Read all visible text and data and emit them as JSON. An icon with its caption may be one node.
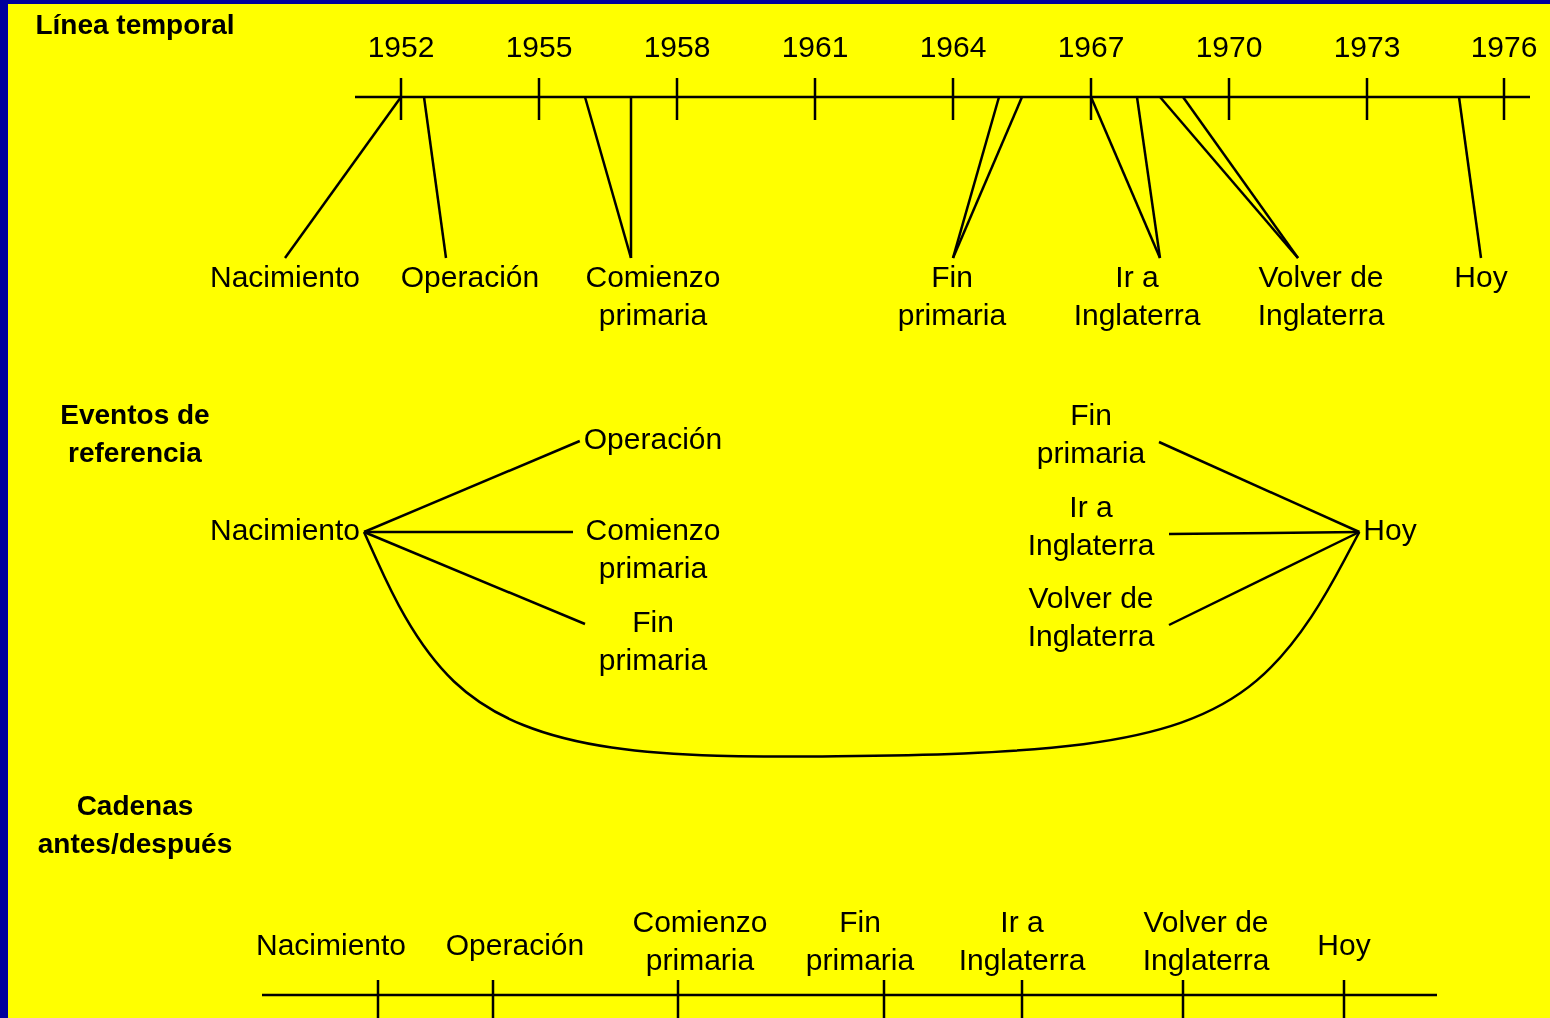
{
  "diagram": {
    "nodes": [
      {
        "text": [
          "Nacimiento"
        ]
      },
      {
        "text": [
          "Operación"
        ]
      },
      {
        "text": [
          "Comienzo primaria"
        ]
      },
      {
        "text": [
          "Fin primaria"
        ]
      },
      {
        "text": [
          "Ir a Inglaterra"
        ]
      },
      {
        "text": [
          "Volver de Inglaterra"
        ]
      },
      {
        "text": [
          "Hoy"
        ]
      },
      {
        "text": [
          "Nacimiento"
        ]
      },
      {
        "text": [
          "Operación"
        ]
      },
      {
        "text": [
          "Comienzo primaria"
        ]
      },
      {
        "text": [
          "Fin primaria"
        ]
      },
      {
        "text": [
          "Fin primaria"
        ]
      },
      {
        "text": [
          "Ir a Inglaterra"
        ]
      },
      {
        "text": [
          "Volver de Inglaterra"
        ]
      },
      {
        "text": [
          "Hoy"
        ]
      }
    ],
    "edges": [
      {
        "from": 0,
        "to": null,
        "arrow": "none"
      },
      {
        "from": 1,
        "to": null,
        "arrow": "none"
      },
      {
        "from": 2,
        "to": null,
        "arrow": "none"
      },
      {
        "from": 2,
        "to": null,
        "arrow": "none"
      },
      {
        "from": 3,
        "to": null,
        "arrow": "none"
      },
      {
        "from": 3,
        "to": null,
        "arrow": "none"
      },
      {
        "from": 4,
        "to": null,
        "arrow": "none"
      },
      {
        "from": 4,
        "to": null,
        "arrow": "none"
      },
      {
        "from": 5,
        "to": null,
        "arrow": "none"
      },
      {
        "from": 5,
        "to": null,
        "arrow": "none"
      },
      {
        "from": 6,
        "to": null,
        "arrow": "none"
      },
      {
        "from": 7,
        "to": 8,
        "arrow": "none"
      },
      {
        "from": 7,
        "to": 9,
        "arrow": "none"
      },
      {
        "from": 7,
        "to": 10,
        "arrow": "none"
      },
      {
        "from": 7,
        "to": 14,
        "arrow": "none"
      },
      {
        "from": 11,
        "to": 14,
        "arrow": "none"
      },
      {
        "from": 12,
        "to": 14,
        "arrow": "none"
      },
      {
        "from": 13,
        "to": 14,
        "arrow": "none"
      }
    ],
    "labels": [
      "Línea temporal",
      "1952",
      "1955",
      "1958",
      "1961",
      "1964",
      "1967",
      "1970",
      "1973",
      "1976",
      "Eventos de referencia",
      "Cadenas antes/después",
      "Nacimiento",
      "Operación",
      "Comienzo primaria",
      "Fin primaria",
      "Ir a Inglaterra",
      "Volver de Inglaterra",
      "Hoy"
    ]
  }
}
